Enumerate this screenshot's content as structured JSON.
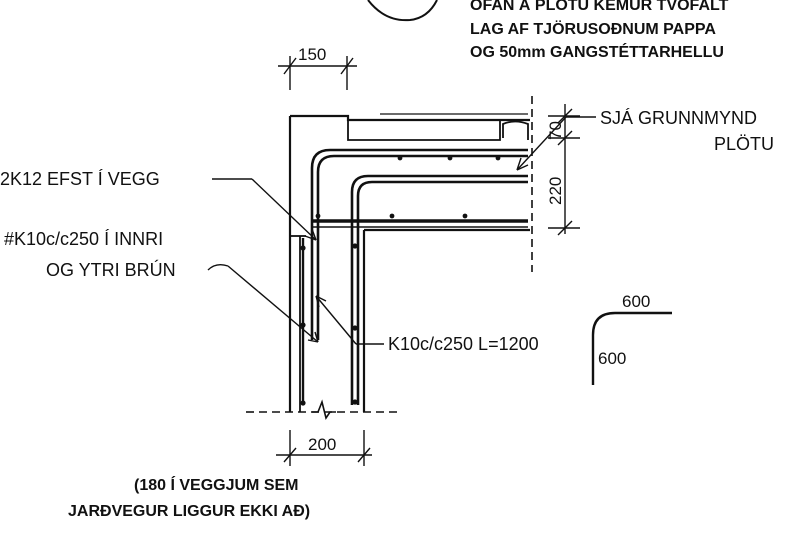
{
  "top_note": {
    "line1": "OFAN Á PLÖTU KEMUR TVÖFALT",
    "line2": "LAG AF TJÖRUSOÐNUM PAPPA",
    "line3": "OG 50mm GANGSTÉTTARHELLU"
  },
  "dims": {
    "top_width": "150",
    "slab_top": "70",
    "slab_thickness": "220",
    "wall_width": "200"
  },
  "callouts": {
    "see_plan_line1": "SJÁ GRUNNMYND",
    "see_plan_line2": "PLÖTU",
    "top_bars": "2K12 EFST Í VEGG",
    "mesh_line1": "#K10c/c250 Í INNRI",
    "mesh_line2": "OG YTRI BRÚN",
    "bent_bar": "K10c/c250 L=1200"
  },
  "bar_shape": {
    "horizontal_leg": "600",
    "vertical_leg": "600"
  },
  "bottom_note": {
    "line1": "(180 Í VEGGJUM SEM",
    "line2": "JARÐVEGUR LIGGUR EKKI AÐ)"
  }
}
